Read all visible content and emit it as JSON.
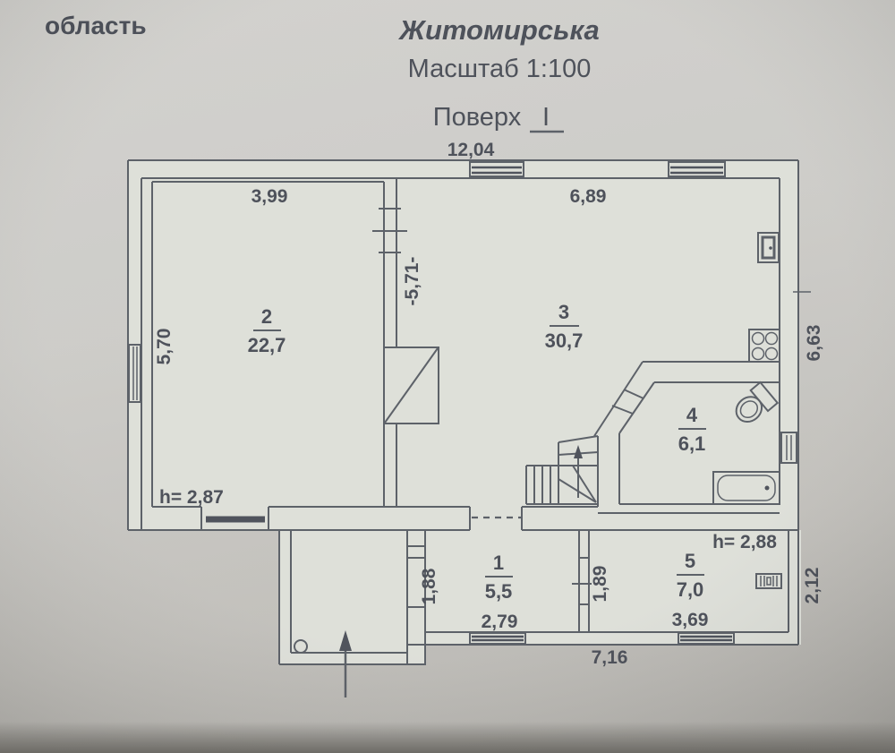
{
  "header": {
    "region_label": "область",
    "region_name": "Житомирська",
    "scale": "Масштаб 1:100",
    "floor_label": "Поверх",
    "floor_number": "І"
  },
  "rooms": {
    "room1": {
      "number": "1",
      "area": "5,5"
    },
    "room2": {
      "number": "2",
      "area": "22,7"
    },
    "room3": {
      "number": "3",
      "area": "30,7"
    },
    "room4": {
      "number": "4",
      "area": "6,1"
    },
    "room5": {
      "number": "5",
      "area": "7,0"
    }
  },
  "dimensions": {
    "overall_width": "12,04",
    "room2_width": "3,99",
    "room3_width": "6,89",
    "room2_height": "5,70",
    "partition_height": "-5,71-",
    "right_height": "6,63",
    "ceiling_main": "h= 2,87",
    "ceiling_annex": "h= 2,88",
    "tambour_wall": "1,88",
    "tambour_window": "2,79",
    "annex_wall": "1,89",
    "room5_window": "3,69",
    "annex_width": "7,16",
    "annex_right_height": "2,12"
  },
  "colors": {
    "line": "#4b5058",
    "dark": "#3c414b",
    "paper": "#dadcd5",
    "text": "#3a3e48"
  }
}
